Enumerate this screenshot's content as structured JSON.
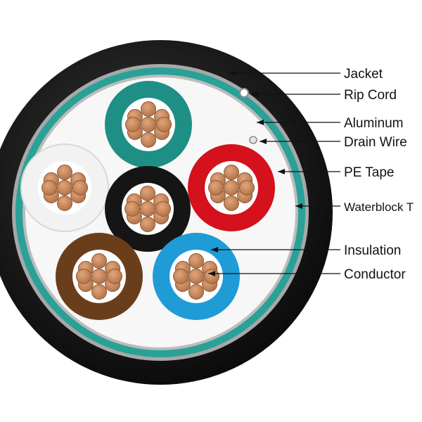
{
  "diagram": {
    "labels": {
      "jacket": "Jacket",
      "rip_cord": "Rip Cord",
      "aluminum": "Aluminum",
      "drain_wire": "Drain Wire",
      "pe_tape": "PE Tape",
      "waterblock": "Waterblock T",
      "insulation": "Insulation",
      "conductor": "Conductor"
    },
    "colors": {
      "jacket": "#141414",
      "teal_layer": "#2aa197",
      "gray_layer": "#a8a8a8",
      "filler": "#f7f7f7",
      "copper": "#c7875a",
      "copper_stroke": "#8a5a38",
      "insulation_teal": "#1e8f84",
      "insulation_white": "#f2f2f2",
      "insulation_black": "#151515",
      "insulation_red": "#d4111c",
      "insulation_brown": "#6b3e1b",
      "insulation_blue": "#1f9bd6"
    }
  }
}
